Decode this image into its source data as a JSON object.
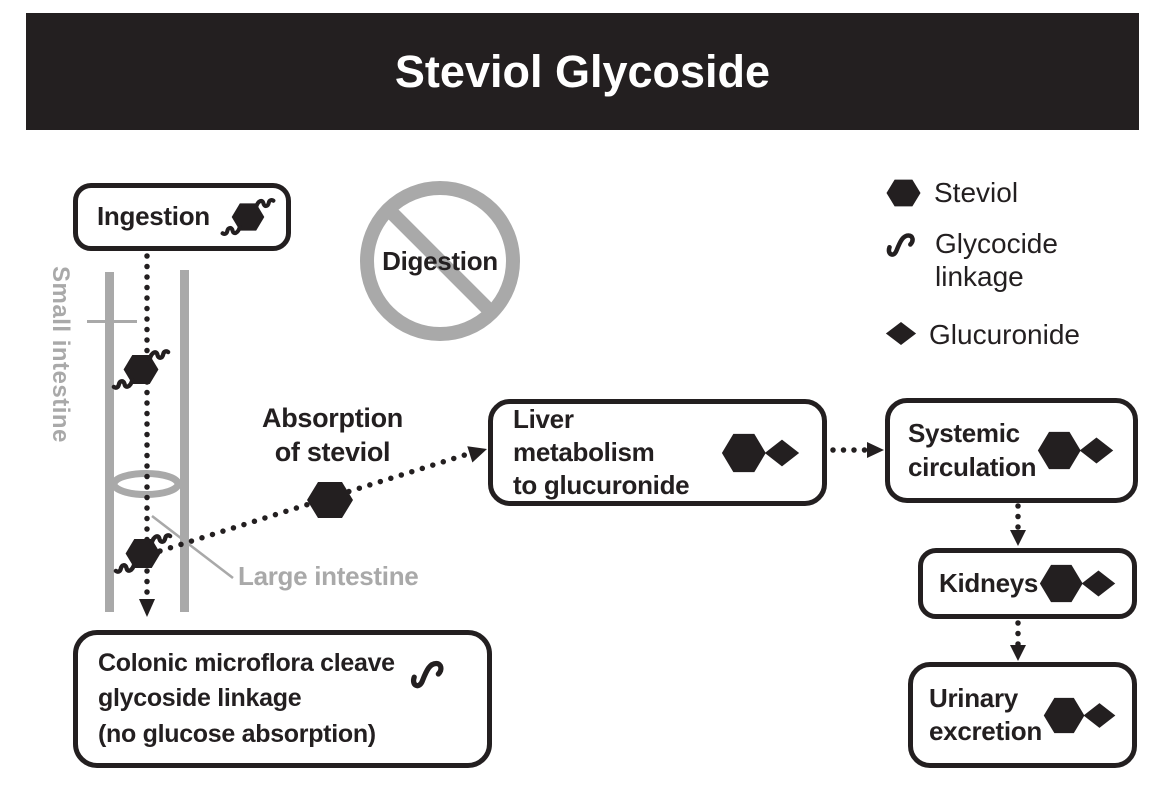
{
  "title": "Steviol Glycoside",
  "colors": {
    "ink": "#231f20",
    "gray": "#a9a9a9",
    "background": "#ffffff"
  },
  "nodes": {
    "ingestion": {
      "label": "Ingestion"
    },
    "digestion": {
      "label": "Digestion",
      "crossed_out": "true"
    },
    "absorption": {
      "lines": [
        "Absorption",
        "of steviol"
      ]
    },
    "liver": {
      "lines": [
        "Liver metabolism",
        "to glucuronide"
      ]
    },
    "systemic": {
      "lines": [
        "Systemic",
        "circulation"
      ]
    },
    "kidneys": {
      "label": "Kidneys"
    },
    "urinary": {
      "lines": [
        "Urinary",
        "excretion"
      ]
    },
    "colonic": {
      "lines": [
        "Colonic microflora cleave",
        "glycoside linkage",
        "(no glucose absorption)"
      ]
    }
  },
  "labels": {
    "small_intestine": "Small intestine",
    "large_intestine": "Large intestine"
  },
  "legend": {
    "items": [
      {
        "icon": "steviol-hexagon-icon",
        "label": "Steviol"
      },
      {
        "icon": "glycocide-linkage-icon",
        "lines": [
          "Glycocide",
          "linkage"
        ]
      },
      {
        "icon": "glucuronide-diamond-icon",
        "label": "Glucuronide"
      }
    ]
  }
}
